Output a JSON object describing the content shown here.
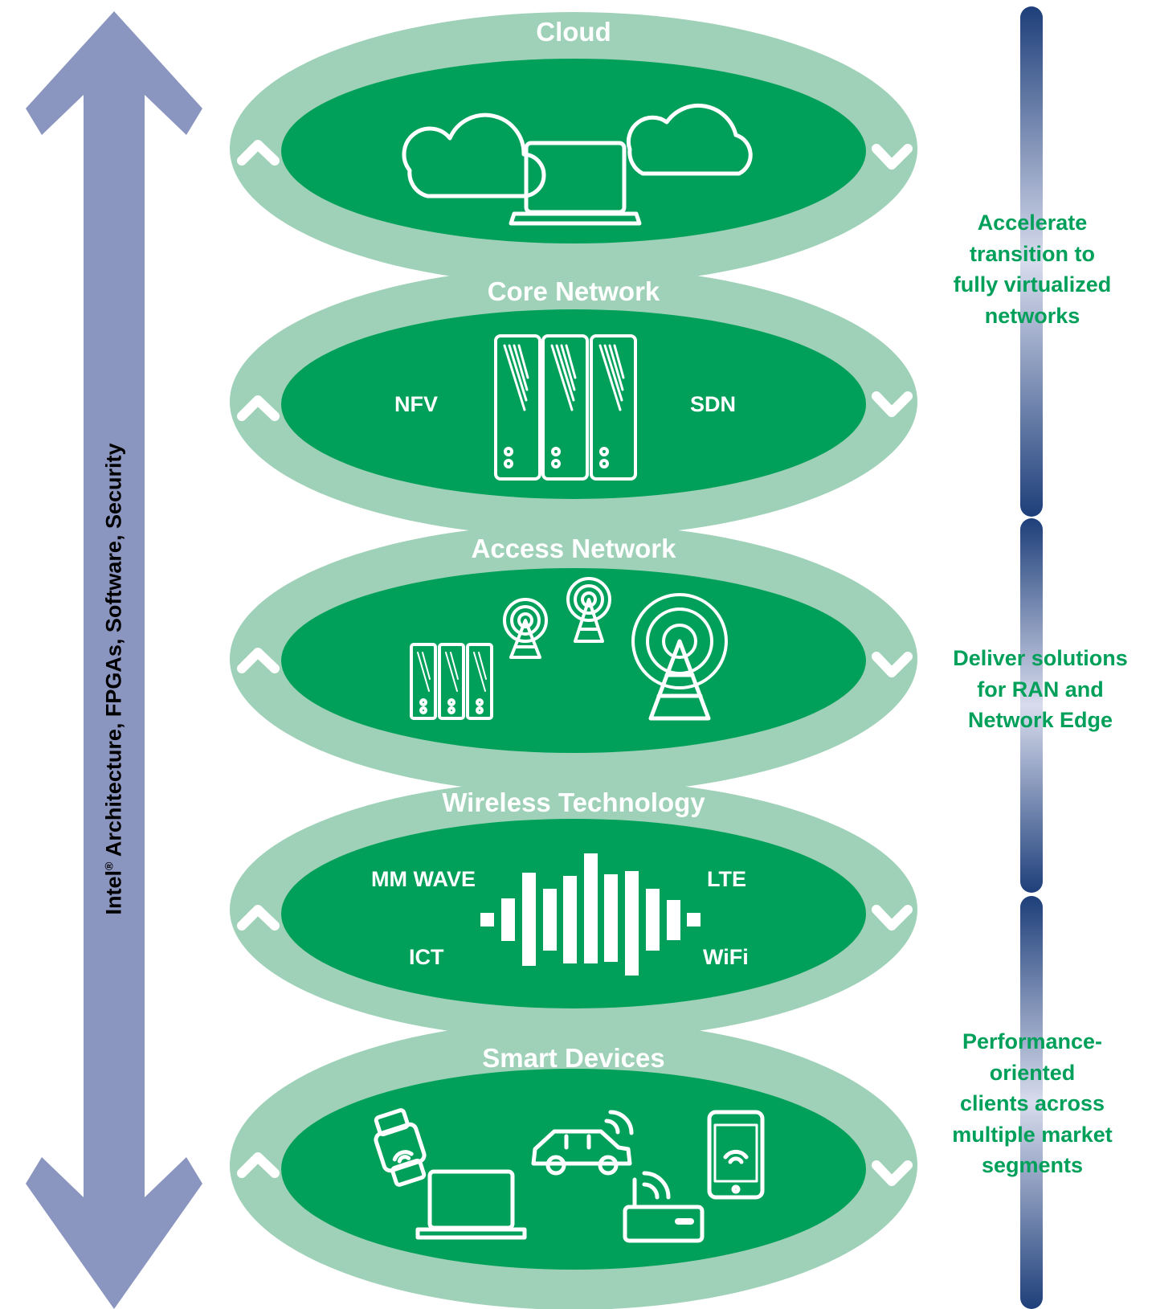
{
  "left_arrow": {
    "text_main": "Intel",
    "text_super": "®",
    "text_rest": " Architecture, FPGAs, Software, Security",
    "color": "#8b96c0"
  },
  "layers": [
    {
      "title": "Cloud",
      "icon": "cloud-laptop-icon",
      "labels": []
    },
    {
      "title": "Core Network",
      "icon": "server-rack-icon",
      "labels": [
        "NFV",
        "SDN"
      ]
    },
    {
      "title": "Access Network",
      "icon": "cell-tower-icon",
      "labels": []
    },
    {
      "title": "Wireless Technology",
      "icon": "signal-wave-icon",
      "labels": [
        "MM WAVE",
        "LTE",
        "ICT",
        "WiFi"
      ]
    },
    {
      "title": "Smart Devices",
      "icon": "smart-devices-icon",
      "labels": []
    }
  ],
  "right_column": [
    {
      "text": "Accelerate\ntransition to\nfully virtualized\nnetworks"
    },
    {
      "text": "Deliver solutions\nfor RAN and\nNetwork Edge"
    },
    {
      "text": "Performance-\noriented\nclients across\nmultiple market\nsegments"
    }
  ],
  "colors": {
    "outer_ellipse": "#9ed1b7",
    "inner_ellipse": "#00a05a",
    "side_text": "#00a05a",
    "bar_dark": "#1e3f7a",
    "bar_light": "#d8dced"
  }
}
